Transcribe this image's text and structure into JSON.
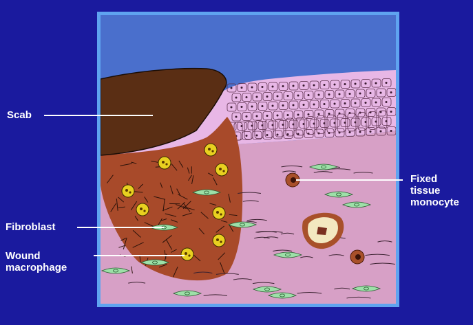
{
  "labels": {
    "scab": "Scab",
    "fibroblast": "Fibroblast",
    "wound_macrophage": "Wound\nmacrophage",
    "fixed_tissue_monocyte": "Fixed\ntissue\nmonocyte"
  },
  "colors": {
    "background": "#1a1a9e",
    "frame": "#5fa3f0",
    "sky": "#4a6fcc",
    "scab": "#5a2e14",
    "wound": "#a84a2a",
    "dermis": "#d7a0c6",
    "epidermis": "#e8b7e6",
    "fibroblast": "#9de0a8",
    "macrophage": "#e8d020",
    "monocyte": "#a8502a"
  }
}
